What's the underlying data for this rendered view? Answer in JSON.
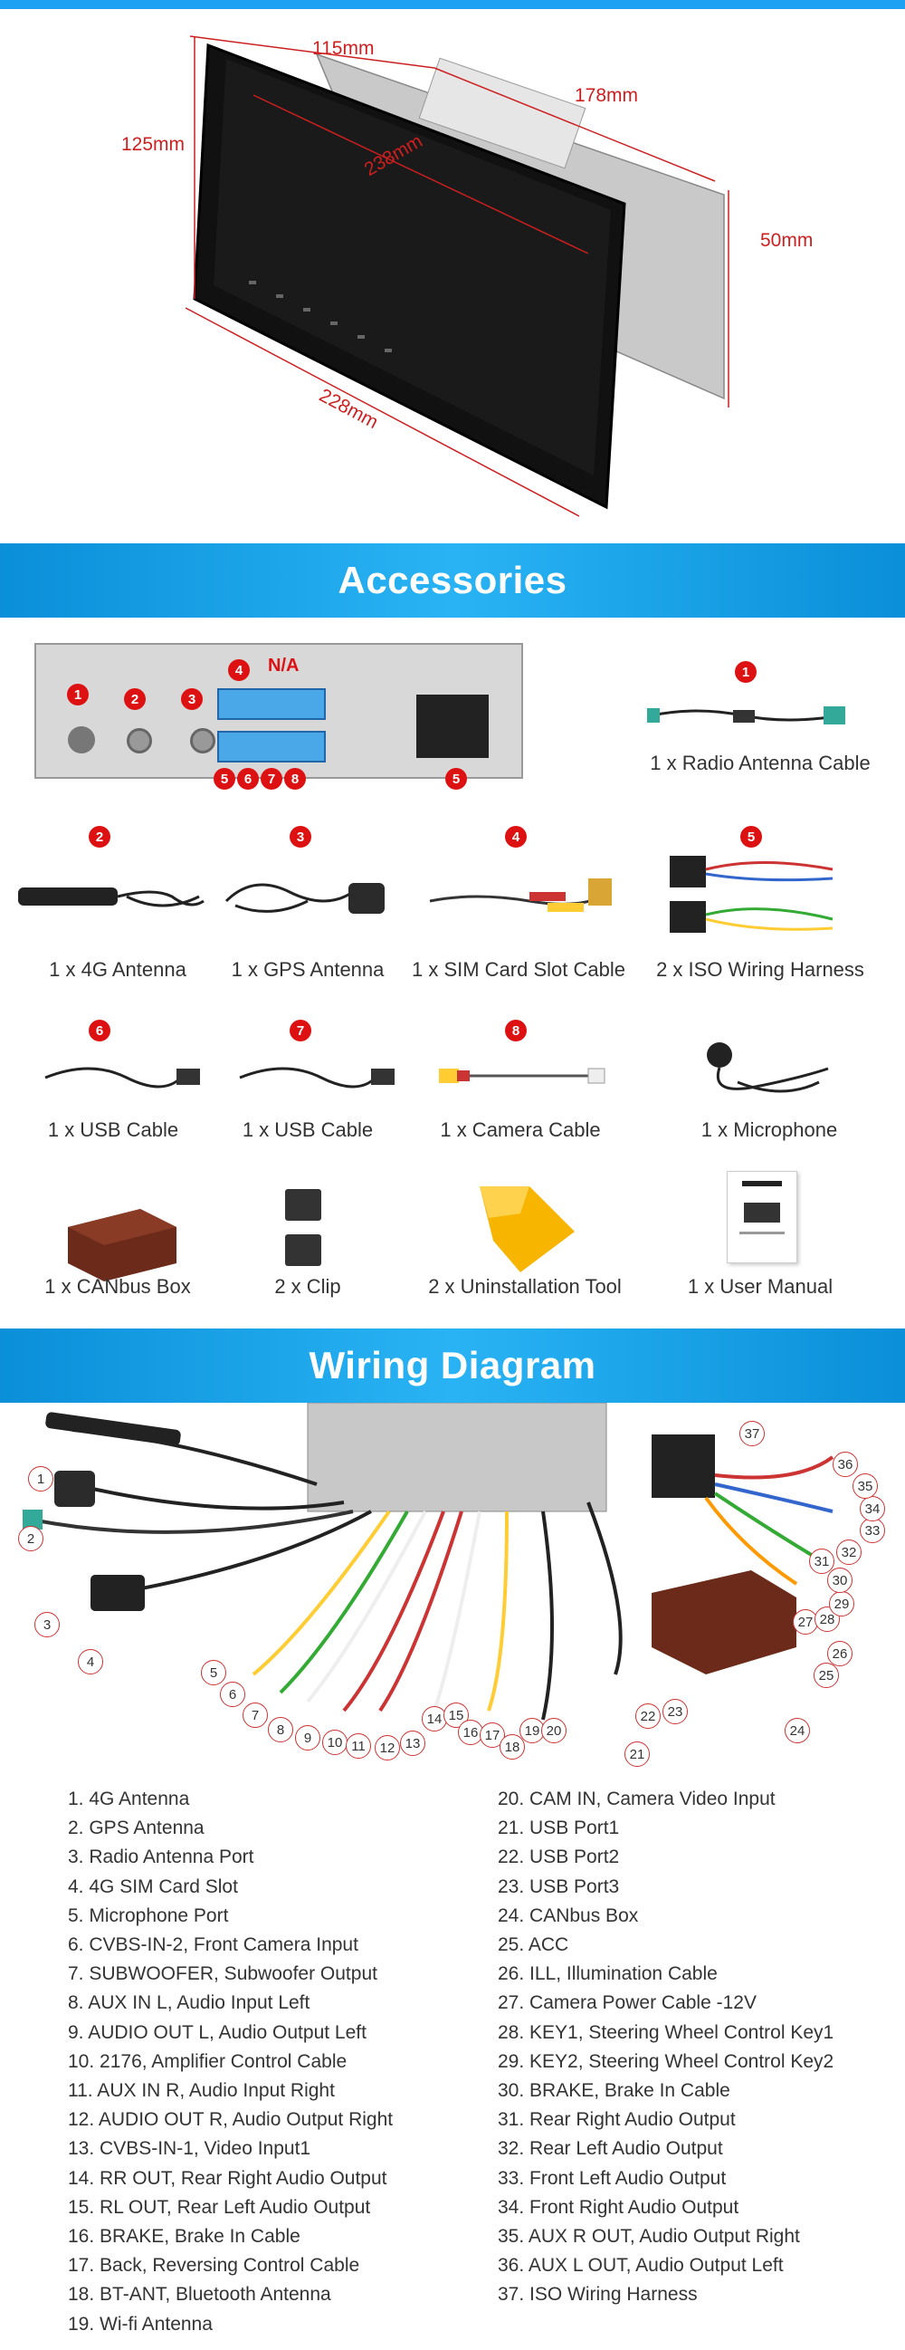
{
  "dimensions": {
    "top_width": "115mm",
    "depth": "178mm",
    "front_height": "125mm",
    "screen_diag": "238mm",
    "front_width": "228mm",
    "chassis_height": "50mm"
  },
  "sections": {
    "accessories_title": "Accessories",
    "wiring_title": "Wiring Diagram"
  },
  "back_panel": {
    "badges": [
      "1",
      "2",
      "3",
      "4",
      "N/A",
      "5",
      "6",
      "7",
      "8",
      "5"
    ]
  },
  "accessories": [
    {
      "num": "1",
      "label": "1 x Radio Antenna Cable"
    },
    {
      "num": "2",
      "label": "1 x 4G Antenna"
    },
    {
      "num": "3",
      "label": "1 x GPS Antenna"
    },
    {
      "num": "4",
      "label": "1 x SIM Card Slot Cable"
    },
    {
      "num": "5",
      "label": "2 x ISO Wiring Harness"
    },
    {
      "num": "6",
      "label": "1 x USB Cable"
    },
    {
      "num": "7",
      "label": "1 x USB Cable"
    },
    {
      "num": "8",
      "label": "1 x Camera Cable"
    },
    {
      "num": "",
      "label": "1 x Microphone"
    },
    {
      "num": "",
      "label": "1 x CANbus Box"
    },
    {
      "num": "",
      "label": "2 x Clip"
    },
    {
      "num": "",
      "label": "2 x Uninstallation Tool"
    },
    {
      "num": "",
      "label": "1 x User Manual"
    }
  ],
  "wiring_left": [
    "1. 4G Antenna",
    "2. GPS Antenna",
    "3. Radio Antenna Port",
    "4. 4G SIM Card Slot",
    "5. Microphone Port",
    "6. CVBS-IN-2, Front Camera Input",
    "7. SUBWOOFER, Subwoofer Output",
    "8. AUX IN L, Audio Input Left",
    "9. AUDIO OUT L, Audio Output Left",
    "10. 2176, Amplifier Control Cable",
    "11. AUX IN R, Audio Input Right",
    "12. AUDIO OUT R, Audio Output Right",
    "13. CVBS-IN-1, Video Input1",
    "14. RR OUT, Rear Right Audio Output",
    "15. RL OUT, Rear Left Audio Output",
    "16. BRAKE, Brake In Cable",
    "17. Back, Reversing Control Cable",
    "18. BT-ANT, Bluetooth Antenna",
    "19. Wi-fi Antenna"
  ],
  "wiring_right": [
    "20. CAM IN, Camera Video Input",
    "21. USB Port1",
    "22. USB Port2",
    "23. USB Port3",
    "24. CANbus Box",
    "25. ACC",
    "26. ILL, Illumination Cable",
    "27. Camera Power Cable -12V",
    "28. KEY1, Steering Wheel Control Key1",
    "29. KEY2, Steering Wheel Control Key2",
    "30. BRAKE, Brake In Cable",
    "31. Rear Right Audio Output",
    "32. Rear Left Audio Output",
    "33. Front Left Audio Output",
    "34. Front Right Audio Output",
    "35. AUX R OUT, Audio Output Right",
    "36. AUX L OUT, Audio Output Left",
    "37. ISO Wiring Harness"
  ],
  "diagram_numbers": [
    "1",
    "2",
    "3",
    "4",
    "5",
    "6",
    "7",
    "8",
    "9",
    "10",
    "11",
    "12",
    "13",
    "14",
    "15",
    "16",
    "17",
    "18",
    "19",
    "20",
    "21",
    "22",
    "23",
    "24",
    "25",
    "26",
    "27",
    "28",
    "29",
    "30",
    "31",
    "32",
    "33",
    "34",
    "35",
    "36",
    "37"
  ],
  "colors": {
    "banner": "#1da1f2",
    "badge": "#dd1111",
    "dimension": "#cc1f1f"
  }
}
